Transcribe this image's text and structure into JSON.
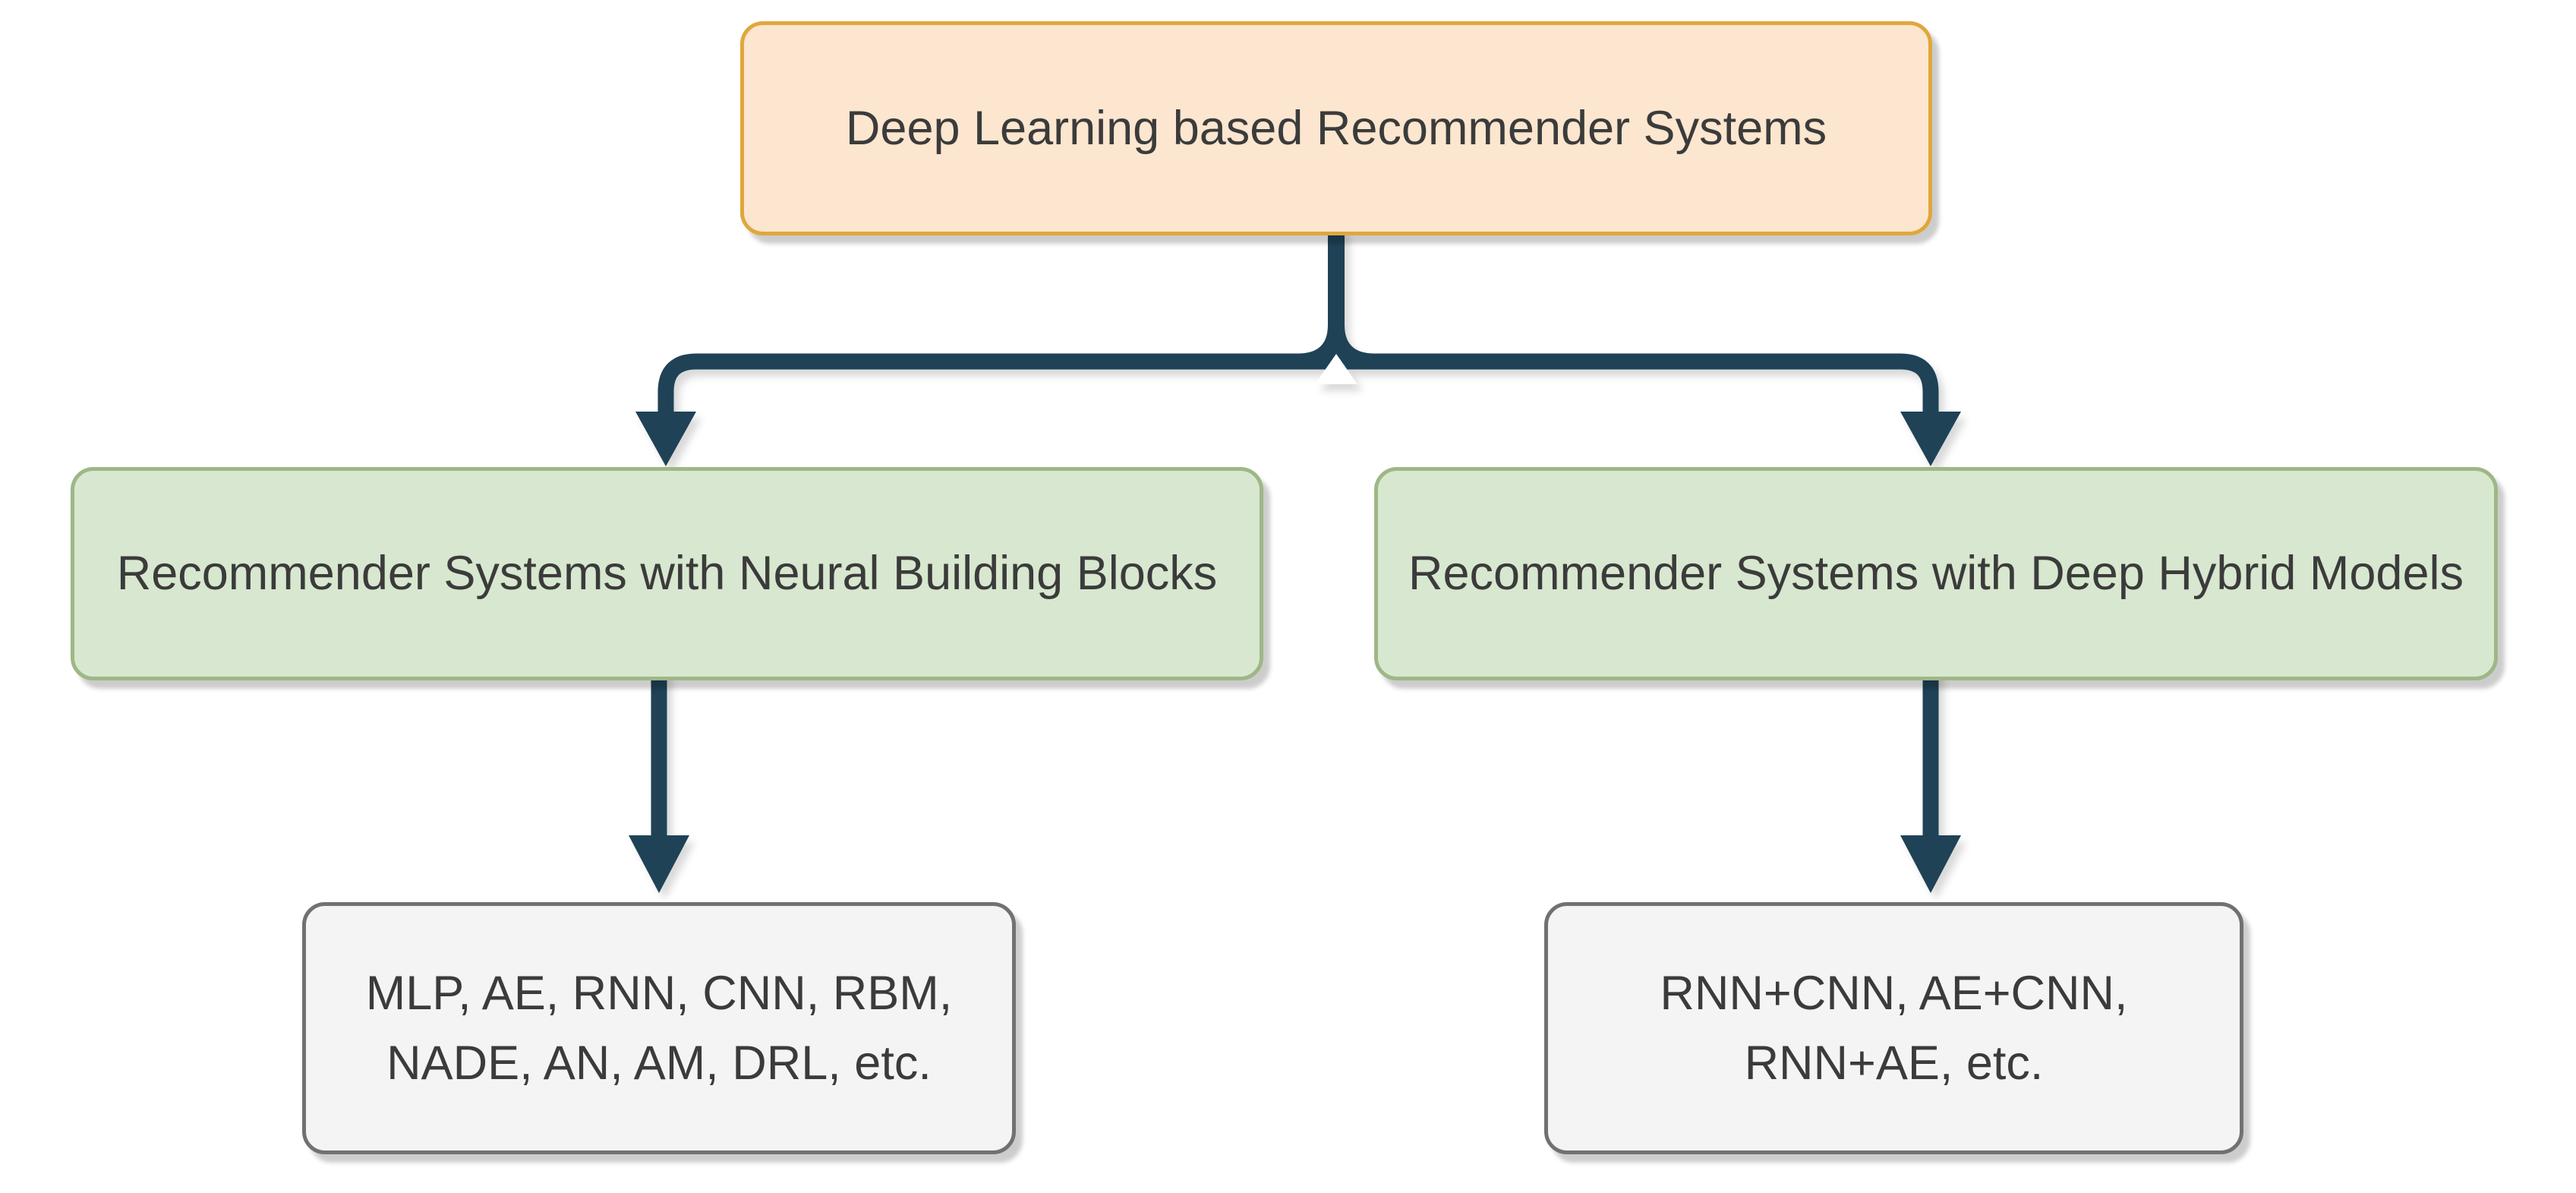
{
  "theme": {
    "bg": "#ffffff",
    "connector": "#1f4257",
    "text": "#3b3b3b",
    "root-fill": "#fce6cf",
    "root-border": "#dfa73c",
    "branch-fill": "#d8e7cf",
    "branch-border": "#9eb787",
    "leaf-fill": "#f4f4f4",
    "leaf-border": "#717171"
  },
  "nodes": {
    "root": {
      "label": "Deep Learning based Recommender Systems"
    },
    "branch_left": {
      "label": "Recommender Systems with Neural Building Blocks"
    },
    "branch_right": {
      "label": "Recommender Systems with Deep Hybrid Models"
    },
    "leaf_left": {
      "lines": [
        "MLP, AE, RNN, CNN, RBM,",
        "NADE, AN, AM, DRL, etc."
      ]
    },
    "leaf_right": {
      "lines": [
        "RNN+CNN, AE+CNN,",
        "RNN+AE, etc."
      ]
    }
  }
}
